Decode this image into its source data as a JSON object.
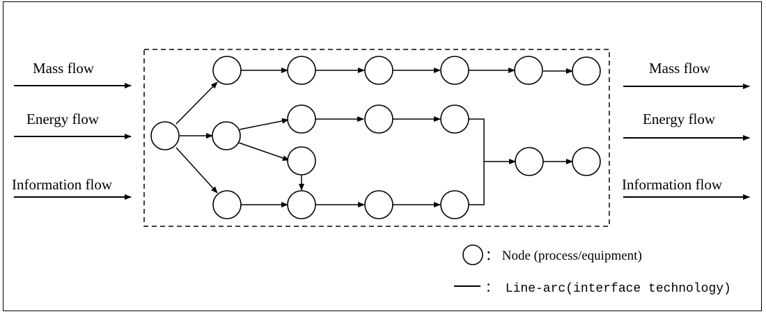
{
  "left_flows": [
    "Mass flow",
    "Energy flow",
    "Information flow"
  ],
  "right_flows": [
    "Mass flow",
    "Energy flow",
    "Information flow"
  ],
  "legend": {
    "node": "： Node (process/equipment)",
    "line": "： Line-arc(interface technology)"
  },
  "colors": {
    "stroke": "#000000",
    "background": "#ffffff"
  }
}
